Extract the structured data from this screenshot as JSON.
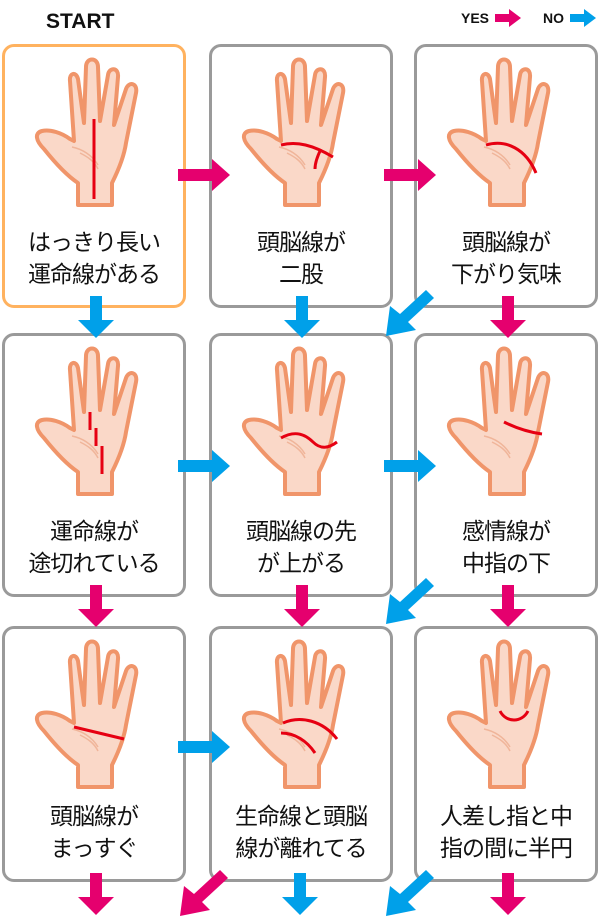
{
  "header": {
    "start_label": "START",
    "legend": [
      {
        "label": "YES",
        "color": "#e5006e",
        "icon": "arrow-right-icon"
      },
      {
        "label": "NO",
        "color": "#00a0e9",
        "icon": "arrow-right-icon"
      }
    ]
  },
  "colors": {
    "yes": "#e5006e",
    "no": "#00a0e9",
    "start_border": "#ffb25f",
    "card_border": "#9a9a9a",
    "skin_fill": "#fad8c8",
    "skin_stroke": "#f0956a",
    "line_red": "#e60012"
  },
  "cards": [
    {
      "id": "c1",
      "line1": "はっきり長い",
      "line2": "運命線がある",
      "is_start": true
    },
    {
      "id": "c2",
      "line1": "頭脳線が",
      "line2": "二股"
    },
    {
      "id": "c3",
      "line1": "頭脳線が",
      "line2": "下がり気味"
    },
    {
      "id": "c4",
      "line1": "運命線が",
      "line2": "途切れている"
    },
    {
      "id": "c5",
      "line1": "頭脳線の先",
      "line2": "が上がる"
    },
    {
      "id": "c6",
      "line1": "感情線が",
      "line2": "中指の下"
    },
    {
      "id": "c7",
      "line1": "頭脳線が",
      "line2": "まっすぐ"
    },
    {
      "id": "c8",
      "line1": "生命線と頭脳",
      "line2": "線が離れてる"
    },
    {
      "id": "c9",
      "line1": "人差し指と中",
      "line2": "指の間に半円"
    }
  ],
  "arrows": [
    {
      "from": "c1",
      "to": "c2",
      "type": "yes",
      "dir": "right"
    },
    {
      "from": "c1",
      "to": "c4",
      "type": "no",
      "dir": "down"
    },
    {
      "from": "c2",
      "to": "c3",
      "type": "yes",
      "dir": "right"
    },
    {
      "from": "c2",
      "to": "c5",
      "type": "no",
      "dir": "down"
    },
    {
      "from": "c3",
      "to": "c6",
      "type": "yes",
      "dir": "down"
    },
    {
      "from": "c3",
      "to": "c5",
      "type": "no",
      "dir": "down-left"
    },
    {
      "from": "c4",
      "to": "c5",
      "type": "no",
      "dir": "right"
    },
    {
      "from": "c4",
      "to": "c7",
      "type": "yes",
      "dir": "down"
    },
    {
      "from": "c5",
      "to": "c6",
      "type": "no",
      "dir": "right"
    },
    {
      "from": "c5",
      "to": "c8",
      "type": "yes",
      "dir": "down"
    },
    {
      "from": "c6",
      "to": "c9",
      "type": "yes",
      "dir": "down"
    },
    {
      "from": "c6",
      "to": "c8",
      "type": "no",
      "dir": "down-left"
    },
    {
      "from": "c7",
      "to": "c8",
      "type": "no",
      "dir": "right"
    },
    {
      "from": "c7",
      "to": "result",
      "type": "yes",
      "dir": "down"
    },
    {
      "from": "c8",
      "to": "result",
      "type": "yes",
      "dir": "down-left"
    },
    {
      "from": "c8",
      "to": "result",
      "type": "no",
      "dir": "down"
    },
    {
      "from": "c9",
      "to": "result",
      "type": "no",
      "dir": "down-left"
    },
    {
      "from": "c9",
      "to": "result",
      "type": "yes",
      "dir": "down"
    }
  ]
}
